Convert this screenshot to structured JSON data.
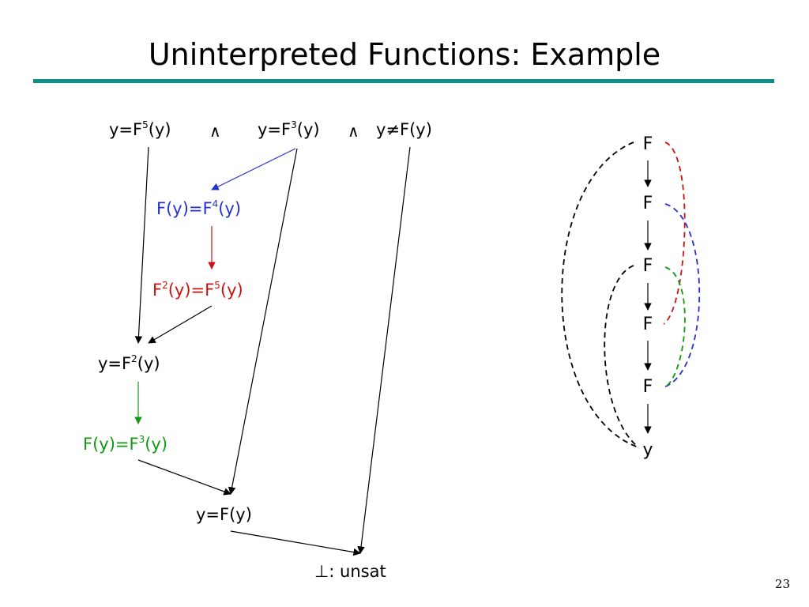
{
  "title": "Uninterpreted Functions: Example",
  "page_number": "23",
  "formula": {
    "t1": {
      "pre": "y=F",
      "sup": "5",
      "post": "(y)"
    },
    "and1": "∧",
    "t2": {
      "pre": "y=F",
      "sup": "3",
      "post": "(y)"
    },
    "and2": "∧",
    "t3": "y≠F(y)"
  },
  "derivations": {
    "d1": {
      "pre": "F(y)=F",
      "sup": "4",
      "post": "(y)",
      "color": "#2233cc"
    },
    "d2": {
      "pre": "F",
      "sup1": "2",
      "mid": "(y)=F",
      "sup2": "5",
      "post": "(y)",
      "color": "#cc1111"
    },
    "d3": {
      "pre": "y=F",
      "sup": "2",
      "post": "(y)"
    },
    "d4": {
      "pre": "F(y)=F",
      "sup": "3",
      "post": "(y)",
      "color": "#119911"
    },
    "d5": "y=F(y)",
    "result": "⊥: unsat"
  },
  "chain": {
    "nodes": [
      "F",
      "F",
      "F",
      "F",
      "F",
      "y"
    ],
    "link_colors": {
      "black": "#000000",
      "red": "#cc1111",
      "blue": "#2233cc",
      "green": "#119911"
    }
  }
}
